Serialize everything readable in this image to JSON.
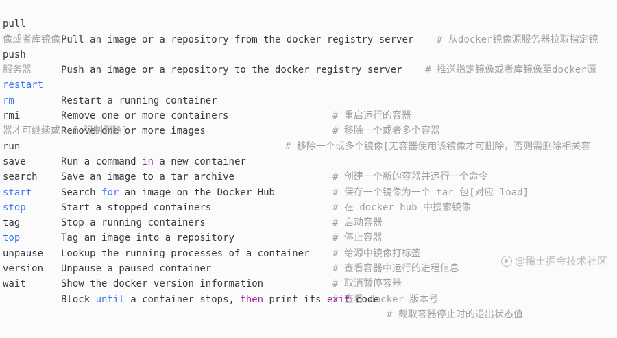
{
  "lines": [
    {
      "cmd": "pull",
      "desc": "Pull an image or a repository from the docker registry server",
      "comment": "# 从docker镜像源服务器拉取指定镜",
      "cont": "像或者库镜像"
    },
    {
      "cmd": "push",
      "desc": "Push an image or a repository to the docker registry server",
      "comment": "# 推送指定镜像或者库镜像至docker源",
      "cont": "服务器"
    },
    {
      "cmd": "restart",
      "desc": "Restart a running container",
      "comment": "# 重启运行的容器"
    },
    {
      "cmd": "rm",
      "desc": "Remove one or more containers",
      "comment": "# 移除一个或者多个容器"
    },
    {
      "cmd": "rmi",
      "desc": "Remove one or more images",
      "comment": "# 移除一个或多个镜像[无容器使用该镜像才可删除，否则需删除相关容",
      "cont": "器才可继续或 -f 强制删除]"
    },
    {
      "cmd": "run",
      "desc": "Run a command in a new container",
      "comment": "# 创建一个新的容器并运行一个命令"
    },
    {
      "cmd": "save",
      "desc": "Save an image to a tar archive",
      "comment": "# 保存一个镜像为一个 tar 包[对应 load]"
    },
    {
      "cmd": "search",
      "desc": "Search for an image on the Docker Hub",
      "comment": "# 在 docker hub 中搜索镜像"
    },
    {
      "cmd": "start",
      "desc": "Start a stopped containers",
      "comment": "# 启动容器"
    },
    {
      "cmd": "stop",
      "desc": "Stop a running containers",
      "comment": "# 停止容器"
    },
    {
      "cmd": "tag",
      "desc": "Tag an image into a repository",
      "comment": "# 给源中镜像打标签"
    },
    {
      "cmd": "top",
      "desc": "Lookup the running processes of a container",
      "comment": "# 查看容器中运行的进程信息"
    },
    {
      "cmd": "unpause",
      "desc": "Unpause a paused container",
      "comment": "# 取消暂停容器"
    },
    {
      "cmd": "version",
      "desc": "Show the docker version information",
      "comment": "# 查看 docker 版本号"
    },
    {
      "cmd": "wait",
      "desc": "Block until a container stops, then print its exit code",
      "comment": "# 截取容器停止时的退出状态值"
    }
  ],
  "watermark": "@稀土掘金技术社区",
  "colors": {
    "text": "#383a42",
    "comment": "#a0a1a7",
    "keyword": "#4078f2",
    "keyword2": "#a626a4"
  }
}
